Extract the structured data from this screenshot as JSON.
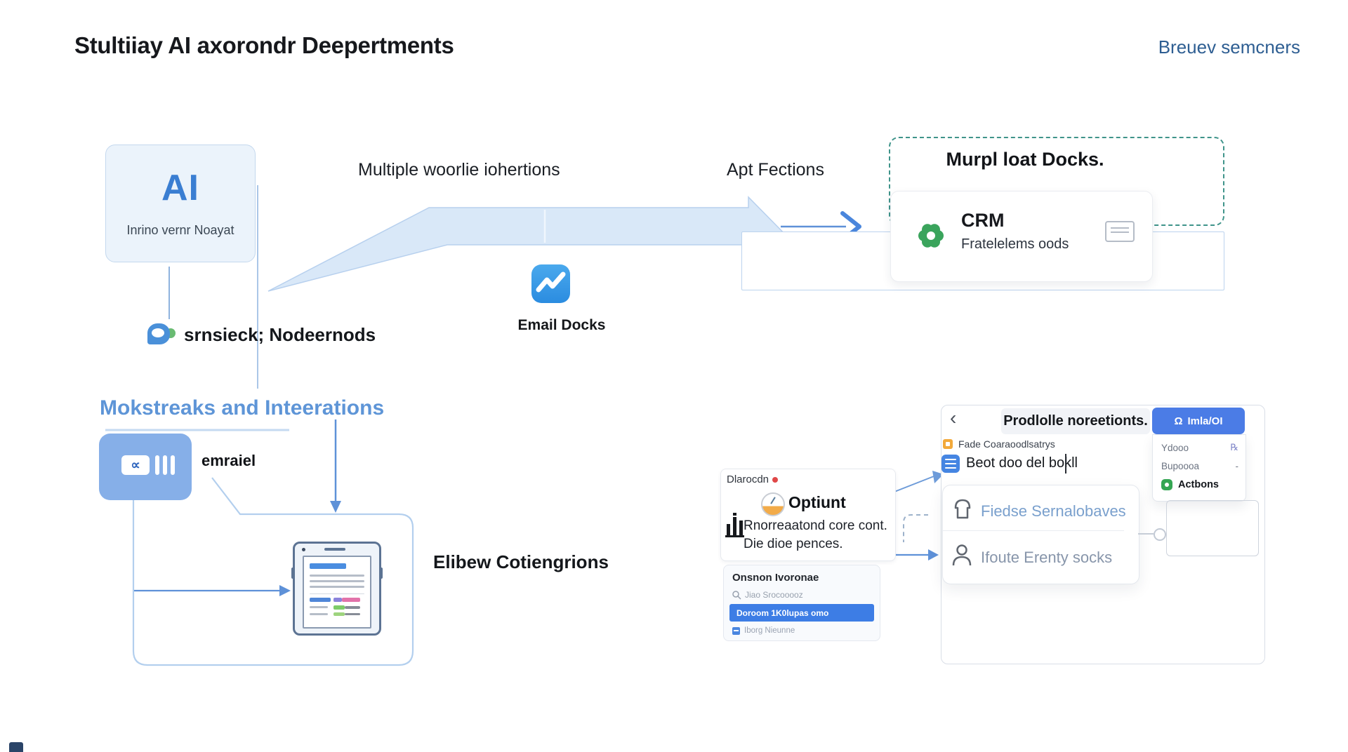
{
  "header": {
    "title": "Stultiiay AI axorondr Deepertments",
    "link": "Breuev semcners"
  },
  "flow": {
    "ai_box": {
      "logo": "AI",
      "label": "Inrino vernr Noayat"
    },
    "arrow1_label": "Multiple woorlie iohertions",
    "arrow2_label": "Apt Fections",
    "chat_label": "srnsieck; Nodeernods",
    "email_docks_label": "Email Docks",
    "dashed_box": {
      "title": "Murpl loat Docks.",
      "crm_title": "CRM",
      "crm_subtitle": "Fratelelems oods"
    },
    "section_heading": "Mokstreaks and Inteerations",
    "email_node_glyph": "∝",
    "email_node_label": "emraiel",
    "doc_label": "Elibew Cotiengrions"
  },
  "cards": {
    "optiunt": {
      "tag": "Dlarocdn",
      "title": "Optiunt",
      "line1": "Rnorreaatond core cont.",
      "line2": "Die dioe pences."
    },
    "list": {
      "title": "Onsnon Ivoronae",
      "search": "Jiao Srocooooz",
      "selected": "Doroom 1K0lupas omo",
      "item": "Iborg Nieunne"
    }
  },
  "panel": {
    "back_glyph": "‹",
    "title": "Prodlolle noreetionts.",
    "button_icon": "Ω",
    "button_label": "Imla/OI",
    "menu": [
      {
        "label": "Ydooo",
        "right": "℞"
      },
      {
        "label": "Bupoooa",
        "right": "-"
      },
      {
        "label": "Actbons",
        "right": ""
      }
    ],
    "small_row": "Fade Coaraoodlsatrys",
    "main_row": "Beot doo del bokll",
    "card_rows": [
      "Fiedse Sernalobaves",
      "Ifoute Erenty socks"
    ]
  },
  "colors": {
    "accent_blue": "#4b7ce6",
    "light_arrow_fill": "#d9e8f8",
    "light_arrow_stroke": "#b7d0ee",
    "dashed_teal": "#3f948a",
    "crm_green": "#3aa45c",
    "heading_blue": "#5e95d7",
    "link_blue": "#2e5e92",
    "selected_row_blue": "#3d7de5",
    "email_node_blue": "#86afe8",
    "orange_icon": "#f2a93b"
  }
}
